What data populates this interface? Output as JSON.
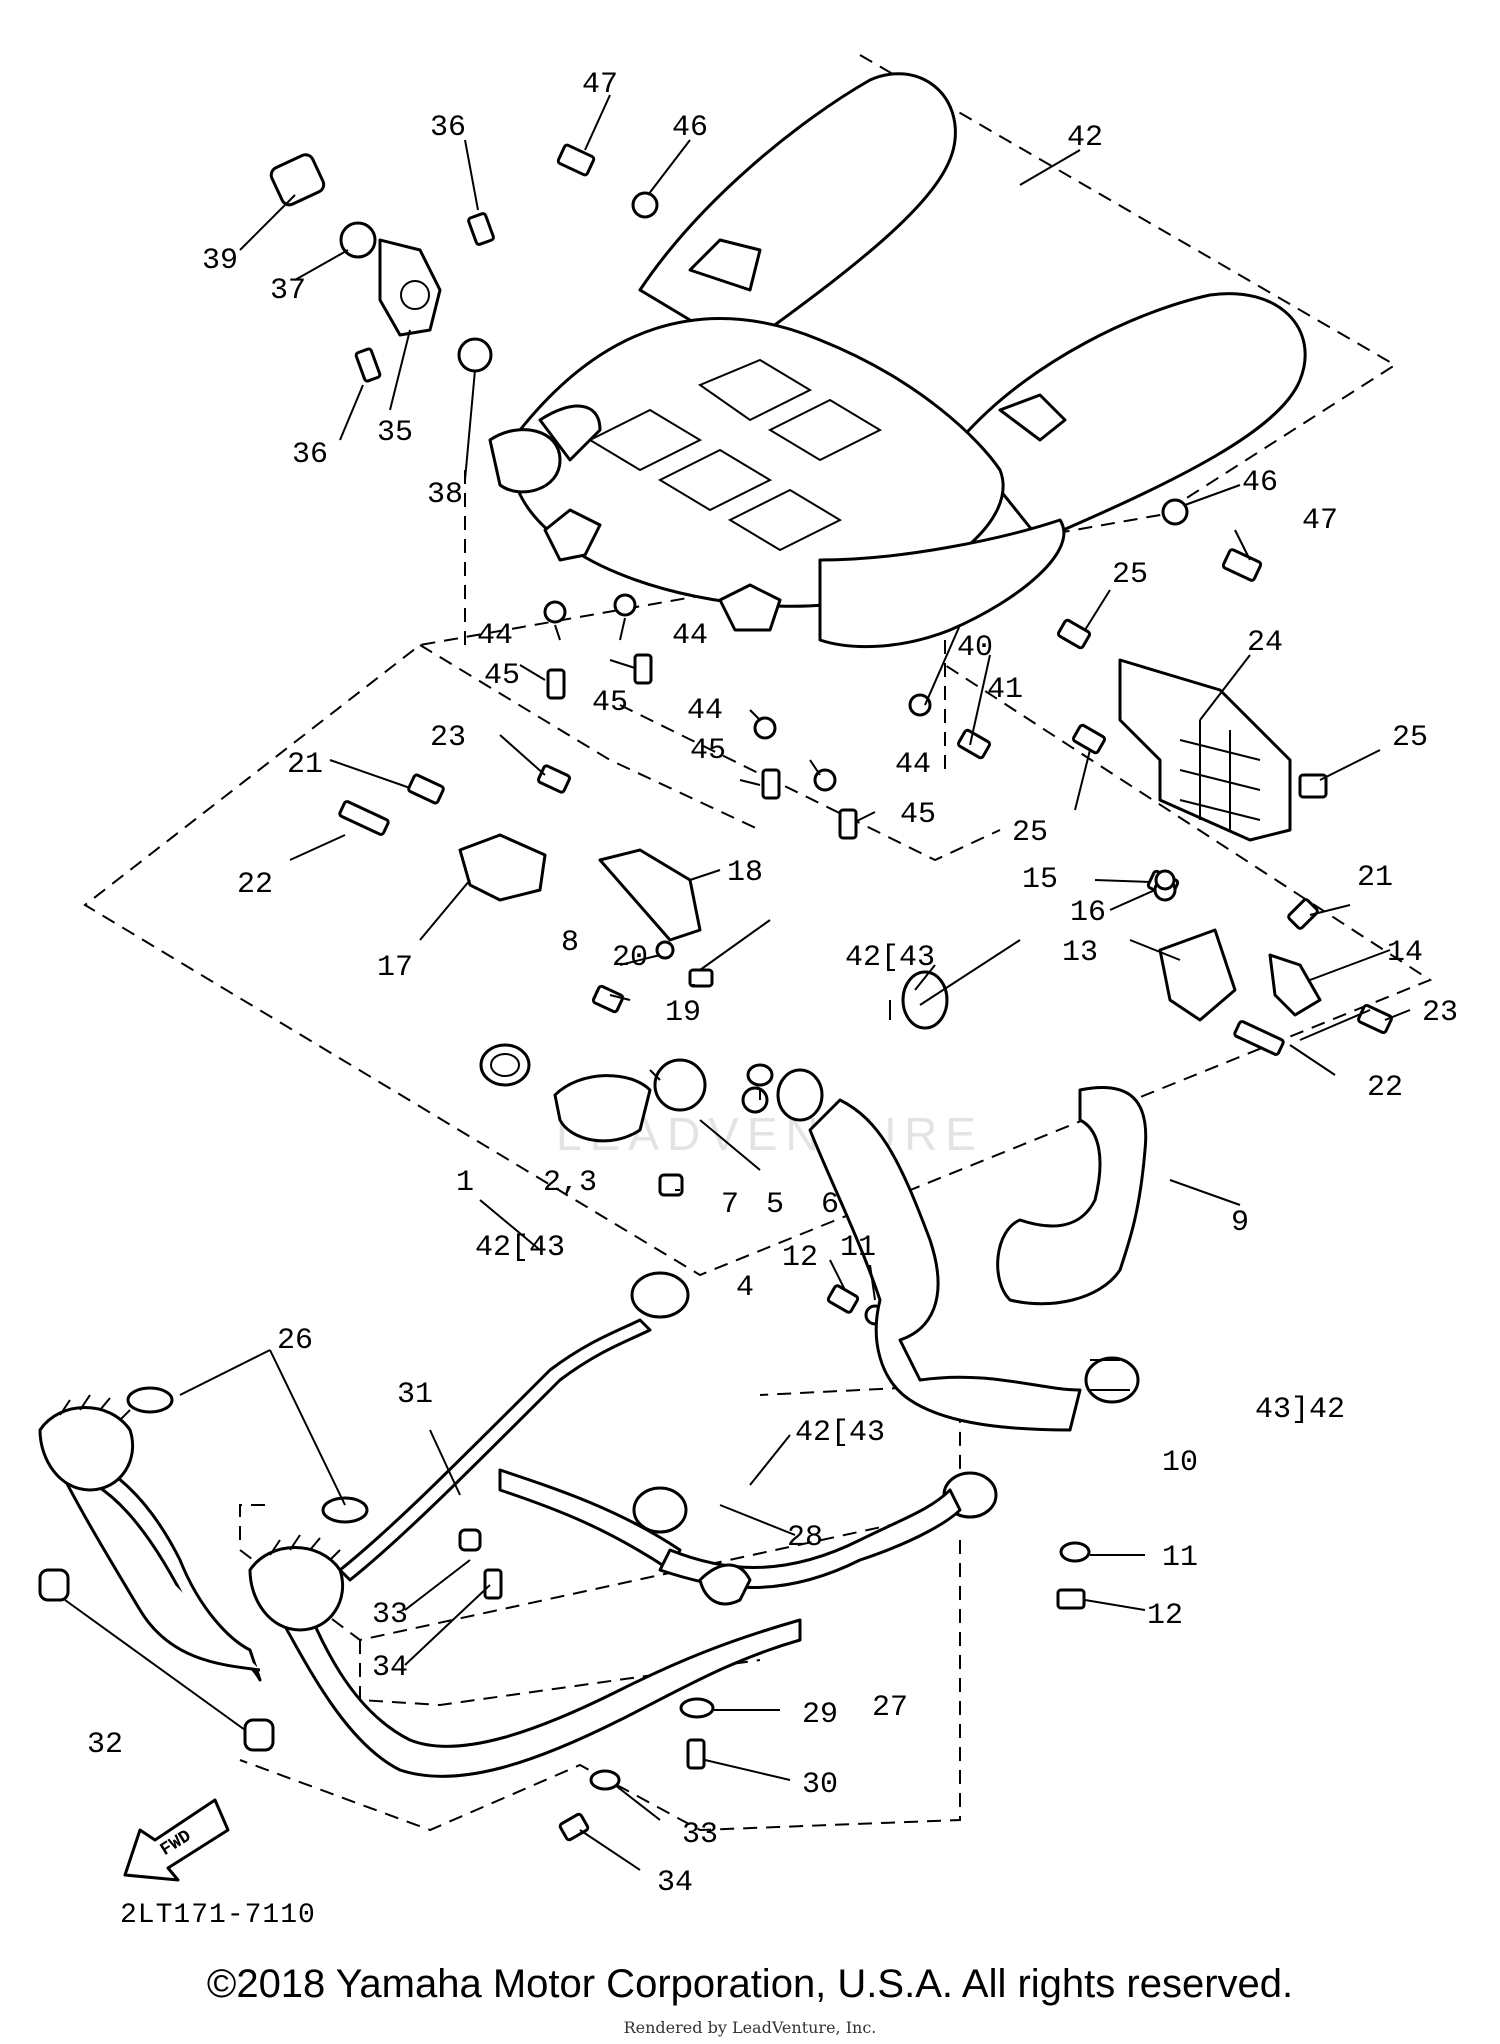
{
  "diagram": {
    "code": "2LT171-7110",
    "copyright": "©2018 Yamaha Motor Corporation, U.S.A. All rights reserved.",
    "rendered_by": "Rendered by LeadVenture, Inc.",
    "watermark": "LEADVENTURE",
    "fwd_label": "FWD",
    "callouts": [
      "47",
      "46",
      "42",
      "36",
      "39",
      "37",
      "35",
      "36",
      "38",
      "46",
      "47",
      "25",
      "24",
      "44",
      "44",
      "45",
      "45",
      "40",
      "41",
      "44",
      "45",
      "44",
      "45",
      "25",
      "25",
      "21",
      "23",
      "22",
      "18",
      "17",
      "15",
      "16",
      "21",
      "42[43",
      "8",
      "20",
      "19",
      "13",
      "14",
      "23",
      "22",
      "1",
      "2,3",
      "7",
      "5",
      "6",
      "9",
      "4",
      "42[43",
      "12",
      "11",
      "26",
      "31",
      "43]42",
      "10",
      "42[43",
      "28",
      "33",
      "34",
      "11",
      "12",
      "32",
      "27",
      "29",
      "30",
      "33",
      "34"
    ]
  }
}
